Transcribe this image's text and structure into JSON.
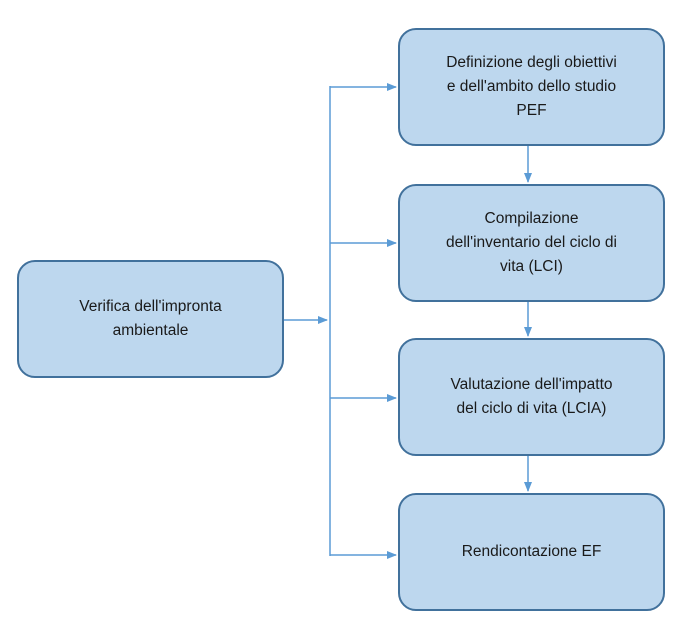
{
  "diagram": {
    "source": {
      "label": "Verifica dell'impronta\nambientale"
    },
    "steps": [
      {
        "label": "Definizione degli obiettivi\ne dell'ambito dello studio\nPEF"
      },
      {
        "label": "Compilazione\ndell'inventario del ciclo di\nvita (LCI)"
      },
      {
        "label": "Valutazione dell'impatto\ndel ciclo di vita (LCIA)"
      },
      {
        "label": "Rendicontazione EF"
      }
    ],
    "colors": {
      "node_fill": "#bdd7ee",
      "node_border": "#41719c",
      "connector": "#5b9bd5"
    }
  }
}
